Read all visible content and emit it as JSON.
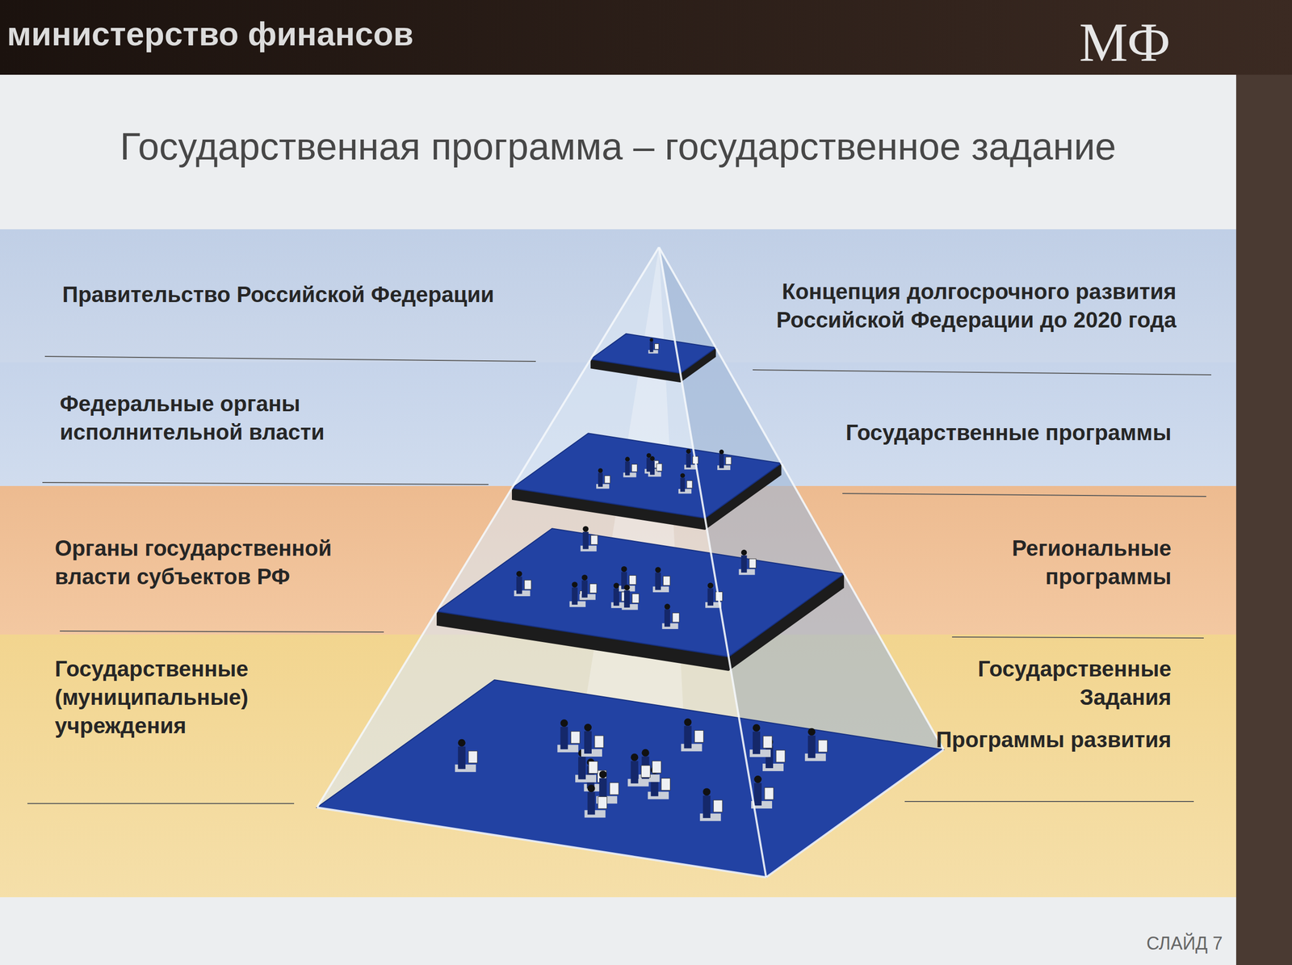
{
  "diagram": {
    "title": "Государственная программа – государственное задание",
    "nodes": [
      {
        "text": [
          "Правительство Российской Федерации",
          "Концепция долгосрочного развития Российской Федерации до 2020 года"
        ]
      },
      {
        "text": [
          "Федеральные органы исполнительной власти",
          "Государственные программы"
        ]
      },
      {
        "text": [
          "Органы государственной власти субъектов РФ",
          "Региональные программы"
        ]
      },
      {
        "text": [
          "Государственные (муниципальные) учреждения",
          "Государственные Задания",
          "Программы развития"
        ]
      }
    ],
    "labels": [
      "министерство финансов",
      "МФ",
      "СЛАЙД 7"
    ]
  }
}
